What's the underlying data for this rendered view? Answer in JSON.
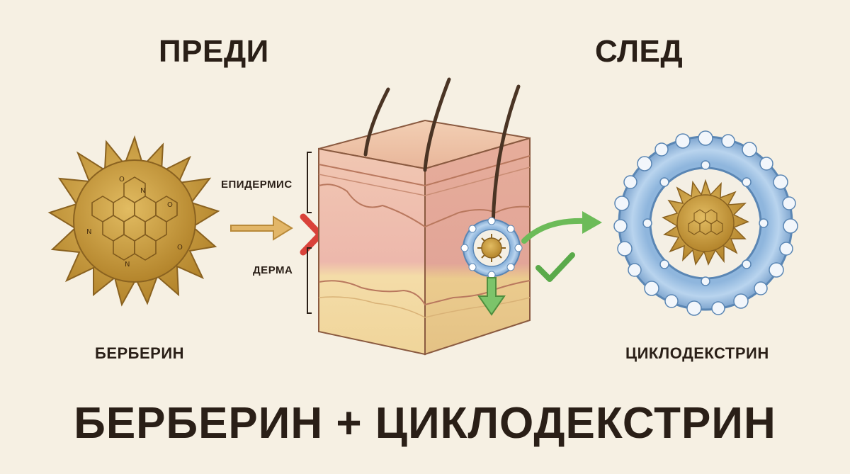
{
  "headings": {
    "before": "ПРЕДИ",
    "after": "СЛЕД"
  },
  "skin_layers": {
    "epidermis": "ЕПИДЕРМИС",
    "dermis": "ДЕРМА"
  },
  "labels": {
    "berberine": "БЕРБЕРИН",
    "cyclodextrin": "ЦИКЛОДЕКСТРИН"
  },
  "title": "БЕРБЕРИН + ЦИКЛОДЕКСТРИН",
  "colors": {
    "background": "#f6f0e3",
    "berberine": "#c99a3c",
    "cyclodextrin": "#a9c8e6",
    "blocked": "#d9423a",
    "passed": "#5aaa4a",
    "text": "#2a1f17"
  },
  "icons": [
    "berberine-molecule-icon",
    "skin-block-icon",
    "cross-icon",
    "check-icon",
    "cyclodextrin-ring-icon"
  ]
}
